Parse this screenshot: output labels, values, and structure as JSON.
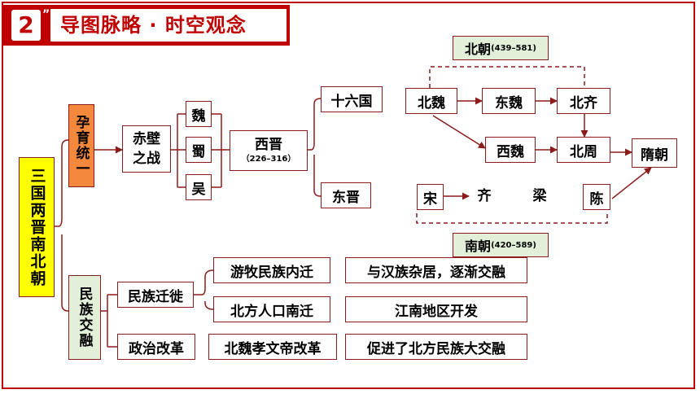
{
  "header": {
    "number": "2",
    "title": "导图脉略 · 时空观念"
  },
  "root": "三国两晋南北朝",
  "branches": {
    "upper": "孕育统一",
    "lower": "民族交融"
  },
  "upper": {
    "battle": "赤壁之战",
    "kingdoms": [
      "魏",
      "蜀",
      "吴"
    ],
    "western_jin": {
      "name": "西晋",
      "years": "（226–316）"
    },
    "sixteen_kingdoms": "十六国",
    "eastern_jin": "东晋"
  },
  "northern": {
    "label": "北朝",
    "years": "(439–581)",
    "states": {
      "beiwei": "北魏",
      "dongwei": "东魏",
      "beiqi": "北齐",
      "xiwei": "西魏",
      "beizhou": "北周"
    }
  },
  "southern": {
    "label": "南朝",
    "years": "(420–589)",
    "states": [
      "宋",
      "齐",
      "梁",
      "陈"
    ]
  },
  "sui": "隋朝",
  "lower": {
    "migration": "民族迁徙",
    "reform": "政治改革",
    "nomad_move": "游牧民族内迁",
    "north_south": "北方人口南迁",
    "mix_result": "与汉族杂居，逐渐交融",
    "jiangnan": "江南地区开发",
    "xiaowen": "北魏孝文帝改革",
    "reform_result": "促进了北方民族大交融"
  },
  "colors": {
    "accent": "#c00000",
    "root_fill": "#ffff00",
    "upper_fill": "#f4883d",
    "lower_fill": "#e2f0d9",
    "line": "#8b1c1c"
  }
}
